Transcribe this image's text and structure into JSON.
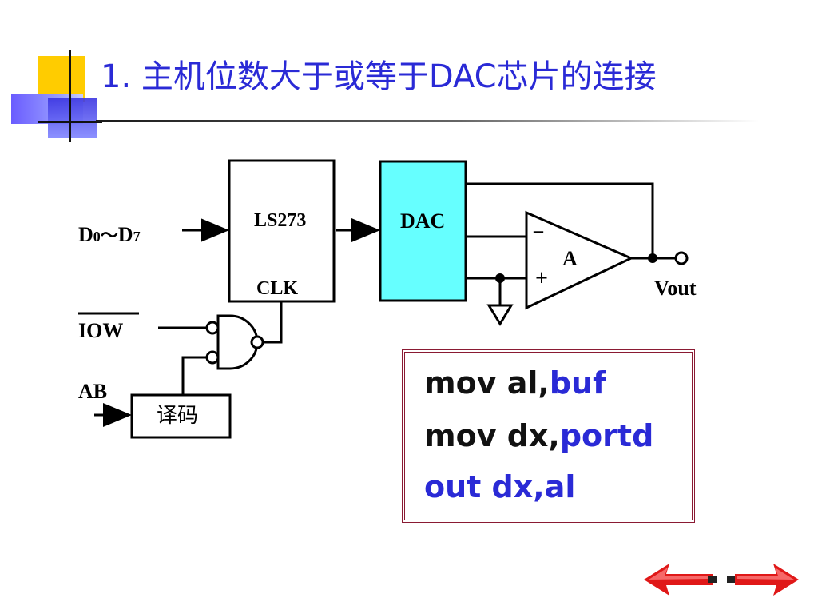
{
  "slide": {
    "title": "1. 主机位数大于或等于DAC芯片的连接"
  },
  "diagram": {
    "input_label_d": "D",
    "input_label_0": "0",
    "input_label_tilde": "～",
    "input_label_7": "7",
    "latch_label": "LS273",
    "latch_clk_label": "CLK",
    "dac_label": "DAC",
    "amp_label": "A",
    "amp_minus": "–",
    "amp_plus": "+",
    "output_label": "Vout",
    "iow_label": "IOW",
    "ab_label": "AB",
    "decoder_label": "译码"
  },
  "code": {
    "line1_prefix": "mov al,",
    "line1_operand": "buf",
    "line2_prefix": "mov dx,",
    "line2_operand": "portd",
    "line3": "out dx,al"
  },
  "nav": {
    "prev_icon": "arrow-left-icon",
    "next_icon": "arrow-right-icon"
  },
  "colors": {
    "title": "#2a2ad6",
    "dac_fill": "#66ffff",
    "code_border": "#8a1a33",
    "code_blue": "#2a2ad6",
    "nav_arrow": "#e01818"
  }
}
